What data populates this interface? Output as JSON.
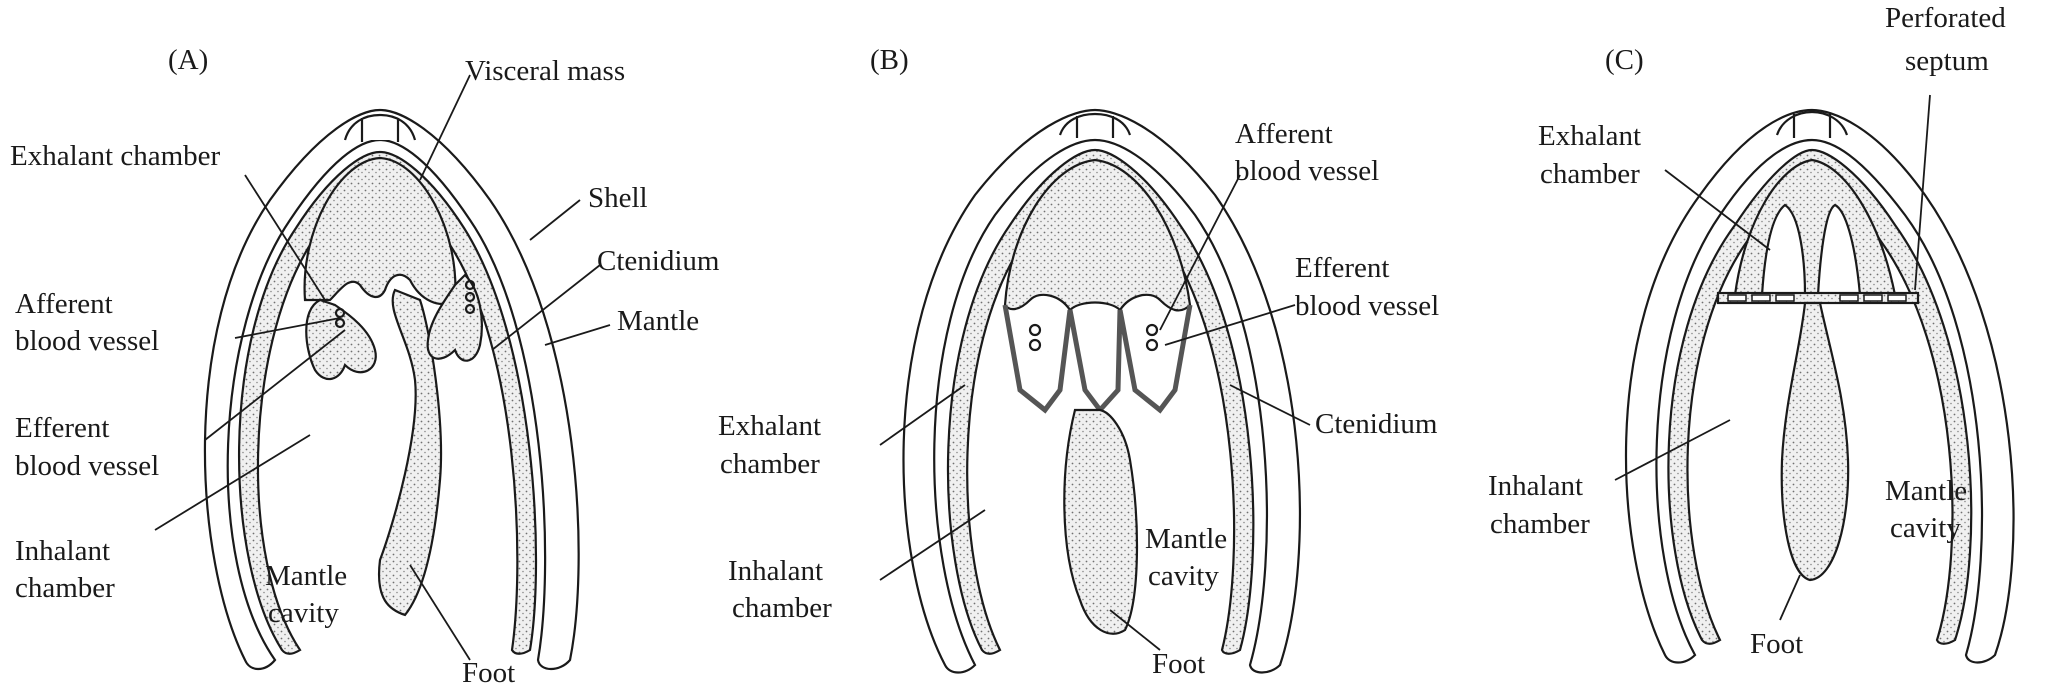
{
  "panels": [
    {
      "id": "A",
      "letter": "(A)",
      "labels": {
        "visceral_mass": "Visceral mass",
        "exhalant_chamber": "Exhalant chamber",
        "shell": "Shell",
        "ctenidium": "Ctenidium",
        "afferent_line1": "Afferent",
        "afferent_line2": "blood vessel",
        "mantle": "Mantle",
        "efferent_line1": "Efferent",
        "efferent_line2": "blood vessel",
        "inhalant_line1": "Inhalant",
        "inhalant_line2": "chamber",
        "mantle_cavity_line1": "Mantle",
        "mantle_cavity_line2": "cavity",
        "foot": "Foot"
      }
    },
    {
      "id": "B",
      "letter": "(B)",
      "labels": {
        "afferent_line1": "Afferent",
        "afferent_line2": "blood vessel",
        "efferent_line1": "Efferent",
        "efferent_line2": "blood vessel",
        "exhalant_line1": "Exhalant",
        "exhalant_line2": "chamber",
        "ctenidium": "Ctenidium",
        "inhalant_line1": "Inhalant",
        "inhalant_line2": "chamber",
        "mantle_cavity_line1": "Mantle",
        "mantle_cavity_line2": "cavity",
        "foot": "Foot"
      }
    },
    {
      "id": "C",
      "letter": "(C)",
      "labels": {
        "perforated_line1": "Perforated",
        "perforated_line2": "septum",
        "exhalant_line1": "Exhalant",
        "exhalant_line2": "chamber",
        "inhalant_line1": "Inhalant",
        "inhalant_line2": "chamber",
        "mantle_cavity_line1": "Mantle",
        "mantle_cavity_line2": "cavity",
        "foot": "Foot"
      }
    }
  ],
  "colors": {
    "ink": "#1a1a1a",
    "stipple_fill": "#e6e6e6",
    "paper": "#ffffff"
  }
}
